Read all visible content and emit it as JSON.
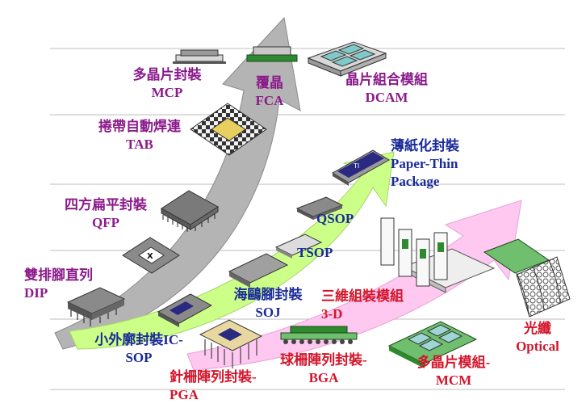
{
  "labels": {
    "mcp": {
      "cn": "多晶片封裝",
      "en": "MCP"
    },
    "fca": {
      "cn": "覆晶",
      "en": "FCA"
    },
    "dcam": {
      "cn": "晶片組合模組",
      "en": "DCAM"
    },
    "tab": {
      "cn": "捲帶自動焊連",
      "en": "TAB"
    },
    "paper_thin": {
      "cn": "薄紙化封裝",
      "en1": "Paper-Thin",
      "en2": "Package"
    },
    "qfp": {
      "cn": "四方扁平封裝",
      "en": "QFP"
    },
    "qsop": {
      "en": "QSOP"
    },
    "tsop": {
      "en": "TSOP"
    },
    "dip": {
      "cn": "雙排腳直列",
      "en": "DIP"
    },
    "soj": {
      "cn": "海鷗腳封裝",
      "en": "SOJ"
    },
    "three_d": {
      "cn": "三維組裝模組",
      "en": "3-D"
    },
    "sop": {
      "cn": "小外廓封裝IC-",
      "en": "SOP"
    },
    "optical": {
      "cn": "光纖",
      "en": "Optical"
    },
    "bga": {
      "cn": "球柵陣列封裝-",
      "en": "BGA"
    },
    "mcm": {
      "cn": "多晶片模組-",
      "en": "MCM"
    },
    "pga": {
      "cn": "針柵陣列封裝-",
      "en": "PGA"
    }
  },
  "colors": {
    "gray_arrow": "#b4b4b4",
    "green_arrow": "#ccff88",
    "pink_arrow": "#ffc8f0",
    "purple_text": "#8b1a8b",
    "blue_text": "#1a2a9a",
    "red_text": "#d4142a"
  }
}
